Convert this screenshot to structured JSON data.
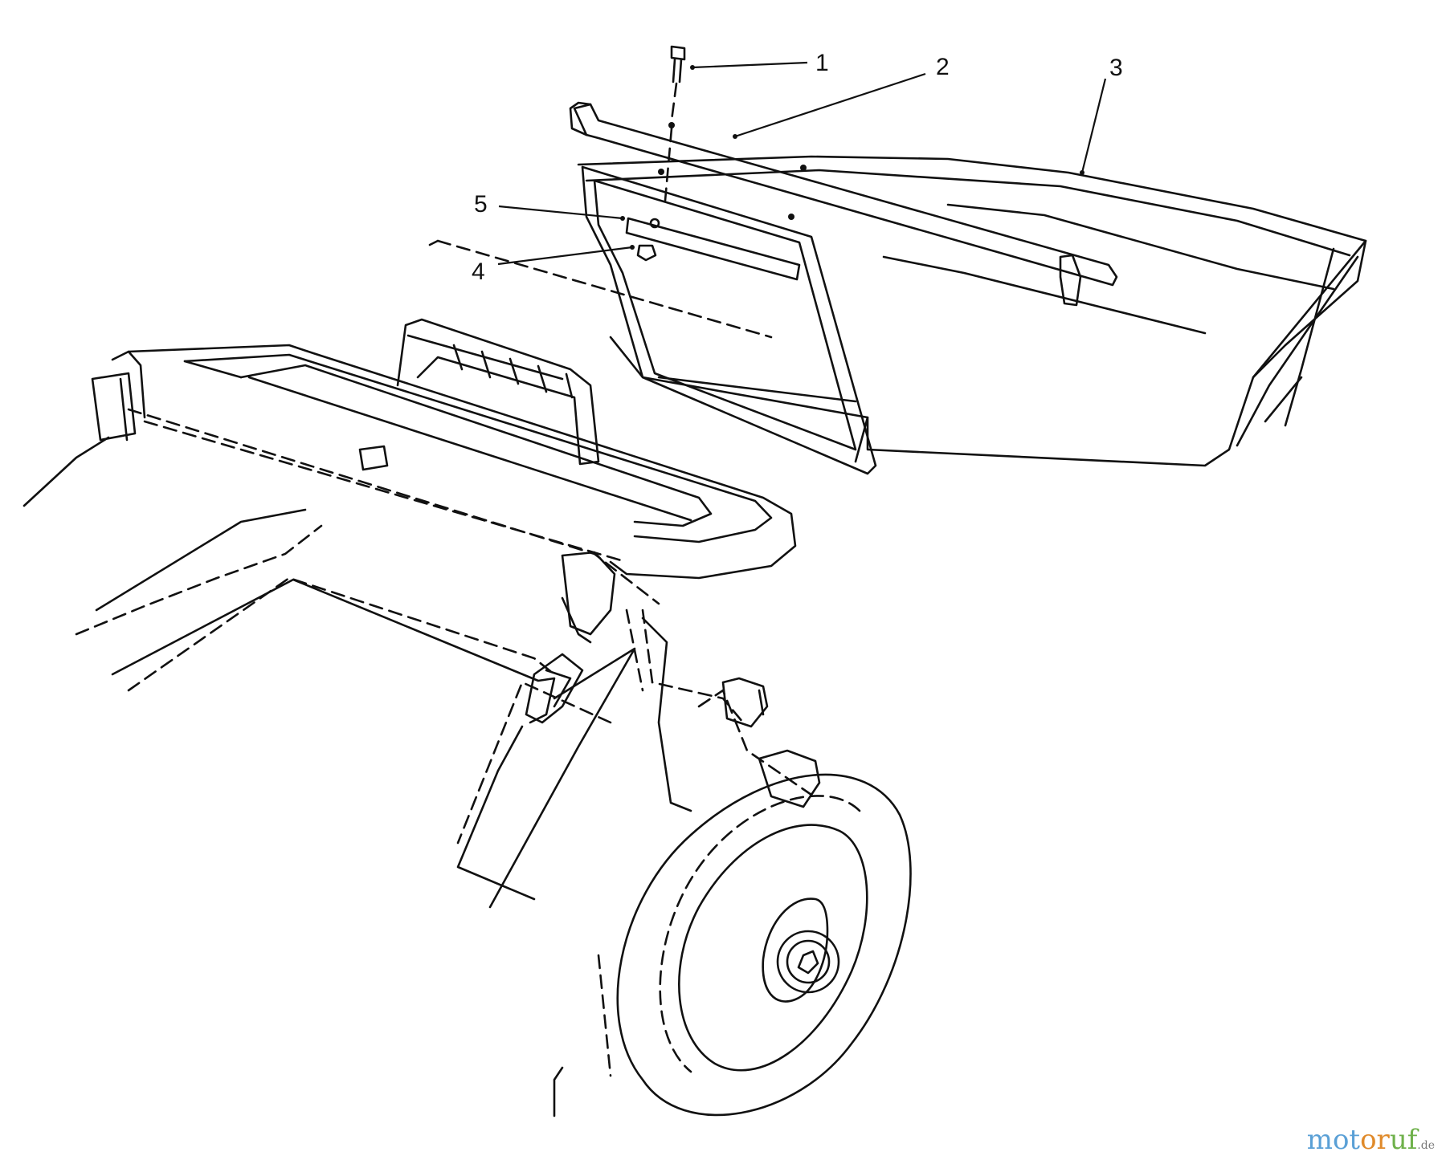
{
  "callouts": [
    {
      "number": "1",
      "part": "bolt"
    },
    {
      "number": "2",
      "part": "side-discharge-bracket"
    },
    {
      "number": "3",
      "part": "side-discharge-chute"
    },
    {
      "number": "4",
      "part": "nut"
    },
    {
      "number": "5",
      "part": "plate"
    }
  ],
  "watermark": {
    "part1": "mot",
    "part2": "or",
    "part3": "uf",
    "suffix": ".de"
  }
}
